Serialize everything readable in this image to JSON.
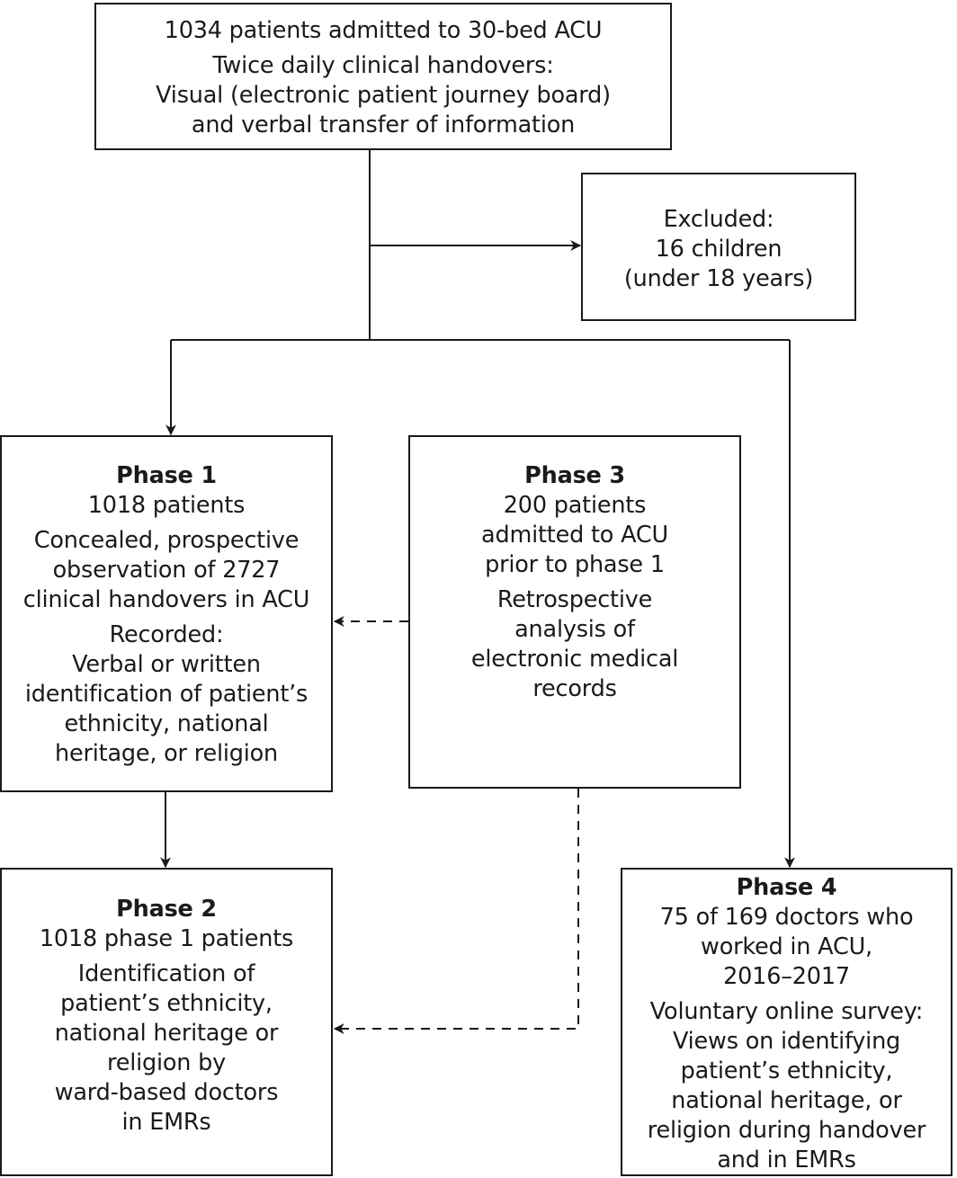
{
  "top": {
    "line1": "1034 patients admitted to 30-bed ACU",
    "handover_lines": [
      "Twice daily clinical handovers:",
      "Visual (electronic patient journey board)",
      "and verbal transfer of information"
    ]
  },
  "excluded": {
    "lines": [
      "Excluded:",
      "16 children",
      "(under 18 years)"
    ]
  },
  "phase1": {
    "title": "Phase 1",
    "count": "1018 patients",
    "observation_lines": [
      "Concealed, prospective",
      "observation of 2727",
      "clinical handovers in ACU"
    ],
    "recorded_lines": [
      "Recorded:",
      "Verbal or written",
      "identification of patient’s",
      "ethnicity, national",
      "heritage, or religion"
    ]
  },
  "phase3": {
    "title": "Phase 3",
    "count_lines": [
      "200 patients",
      "admitted to ACU",
      "prior to phase 1"
    ],
    "analysis_lines": [
      "Retrospective",
      "analysis of",
      "electronic medical",
      "records"
    ]
  },
  "phase2": {
    "title": "Phase 2",
    "count": "1018 phase 1 patients",
    "detail_lines": [
      "Identification of",
      "patient’s ethnicity,",
      "national heritage or",
      "religion by",
      "ward-based doctors",
      "in EMRs"
    ]
  },
  "phase4": {
    "title": "Phase 4",
    "count_lines": [
      "75 of 169 doctors who",
      "worked in ACU,",
      "2016–2017"
    ],
    "survey_lines": [
      "Voluntary online survey:",
      "Views on identifying",
      "patient’s ethnicity,",
      "national heritage, or",
      "religion during handover",
      "and in EMRs"
    ]
  }
}
